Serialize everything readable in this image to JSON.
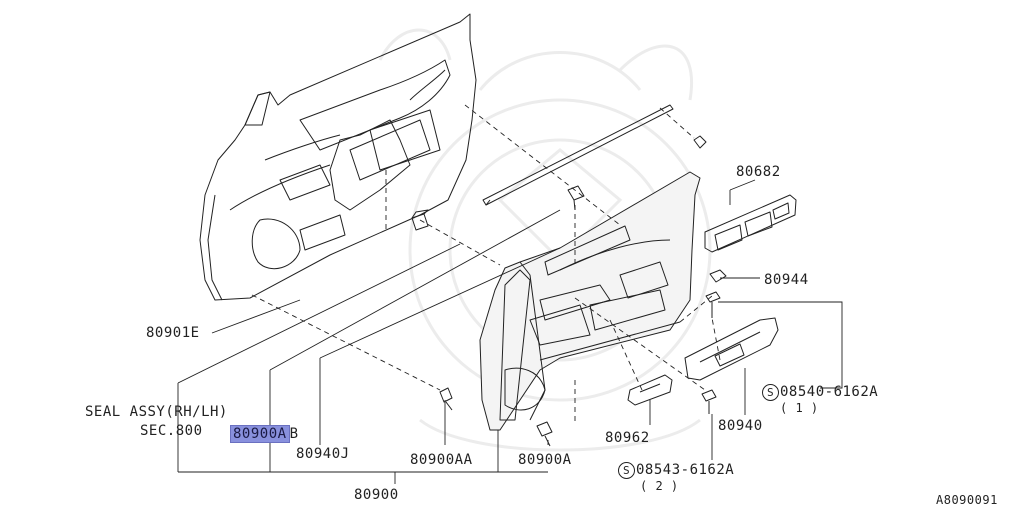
{
  "diagram_id": "A8090091",
  "labels": {
    "p80682": "80682",
    "p80944": "80944",
    "p80901e": "80901E",
    "seal_line1": "SEAL ASSY(RH/LH)",
    "seal_line2": "SEC.800",
    "p80900a_hl": "80900A",
    "p80900a_suffix": "B",
    "p80940j": "80940J",
    "p80900aa": "80900AA",
    "p80900a": "80900A",
    "p80962": "80962",
    "p80940": "80940",
    "p80900": "80900",
    "screw1_symbol": "S",
    "screw1_code": "08540-6162A",
    "screw1_qty": "( 1 )",
    "screw2_symbol": "S",
    "screw2_code": "08543-6162A",
    "screw2_qty": "( 2 )"
  },
  "colors": {
    "line": "#222222",
    "highlight": "#8890dd",
    "watermark": "#ececec",
    "panel_fill": "#f4f4f4"
  }
}
